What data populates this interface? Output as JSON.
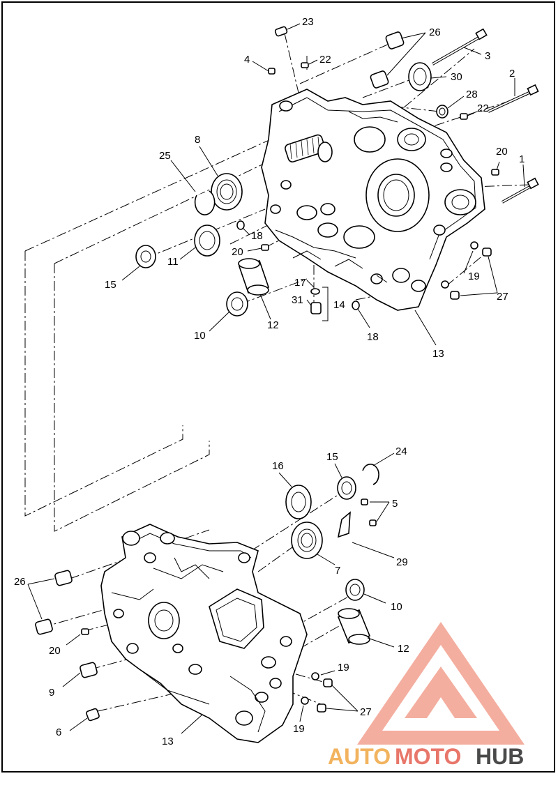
{
  "diagram": {
    "callouts": [
      {
        "id": "c23",
        "text": "23"
      },
      {
        "id": "c26a",
        "text": "26"
      },
      {
        "id": "c22a",
        "text": "22"
      },
      {
        "id": "c4",
        "text": "4"
      },
      {
        "id": "c3",
        "text": "3"
      },
      {
        "id": "c30",
        "text": "30"
      },
      {
        "id": "c2",
        "text": "2"
      },
      {
        "id": "c28",
        "text": "28"
      },
      {
        "id": "c22b",
        "text": "22"
      },
      {
        "id": "c8",
        "text": "8"
      },
      {
        "id": "c25",
        "text": "25"
      },
      {
        "id": "c20a",
        "text": "20"
      },
      {
        "id": "c1",
        "text": "1"
      },
      {
        "id": "c18a",
        "text": "18"
      },
      {
        "id": "c20b",
        "text": "20"
      },
      {
        "id": "c11",
        "text": "11"
      },
      {
        "id": "c15a",
        "text": "15"
      },
      {
        "id": "c19a",
        "text": "19"
      },
      {
        "id": "c17",
        "text": "17"
      },
      {
        "id": "c27a",
        "text": "27"
      },
      {
        "id": "c31",
        "text": "31"
      },
      {
        "id": "c14",
        "text": "14"
      },
      {
        "id": "c12a",
        "text": "12"
      },
      {
        "id": "c10a",
        "text": "10"
      },
      {
        "id": "c18b",
        "text": "18"
      },
      {
        "id": "c13a",
        "text": "13"
      },
      {
        "id": "c16",
        "text": "16"
      },
      {
        "id": "c15b",
        "text": "15"
      },
      {
        "id": "c24",
        "text": "24"
      },
      {
        "id": "c5",
        "text": "5"
      },
      {
        "id": "c29",
        "text": "29"
      },
      {
        "id": "c7",
        "text": "7"
      },
      {
        "id": "c26b",
        "text": "26"
      },
      {
        "id": "c10b",
        "text": "10"
      },
      {
        "id": "c20c",
        "text": "20"
      },
      {
        "id": "c12b",
        "text": "12"
      },
      {
        "id": "c9",
        "text": "9"
      },
      {
        "id": "c19b",
        "text": "19"
      },
      {
        "id": "c27b",
        "text": "27"
      },
      {
        "id": "c6",
        "text": "6"
      },
      {
        "id": "c19c",
        "text": "19"
      },
      {
        "id": "c13b",
        "text": "13"
      }
    ]
  },
  "watermark": {
    "brand_part1": "AUTO",
    "brand_part2": "MOTO",
    "brand_part3": "HUB",
    "color_light": "#f5a78f",
    "color_orange": "#f0b45a",
    "color_red": "#e8766a",
    "color_dark": "#4a4a4a"
  }
}
